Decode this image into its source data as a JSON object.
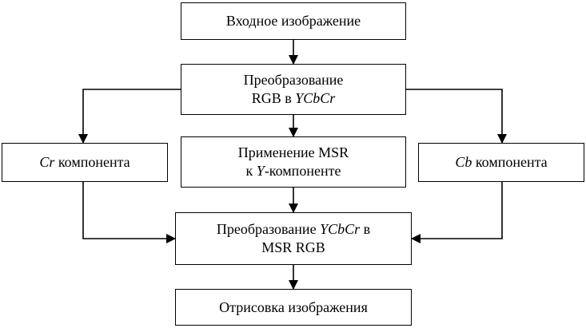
{
  "diagram": {
    "nodes": {
      "input": {
        "lines": [
          [
            {
              "t": "Входное изображение"
            }
          ]
        ]
      },
      "conv1": {
        "lines": [
          [
            {
              "t": "Преобразование"
            }
          ],
          [
            {
              "t": "RGB в "
            },
            {
              "t": "YCbCr",
              "i": true
            }
          ]
        ]
      },
      "cr": {
        "lines": [
          [
            {
              "t": "Cr",
              "i": true
            },
            {
              "t": " компонента"
            }
          ]
        ]
      },
      "msr": {
        "lines": [
          [
            {
              "t": "Применение MSR"
            }
          ],
          [
            {
              "t": "к "
            },
            {
              "t": "Y",
              "i": true
            },
            {
              "t": "-компоненте"
            }
          ]
        ]
      },
      "cb": {
        "lines": [
          [
            {
              "t": "Cb",
              "i": true
            },
            {
              "t": " компонента"
            }
          ]
        ]
      },
      "conv2": {
        "lines": [
          [
            {
              "t": "Преобразование "
            },
            {
              "t": "YCbCr",
              "i": true
            },
            {
              "t": " в"
            }
          ],
          [
            {
              "t": "MSR RGB"
            }
          ]
        ]
      },
      "render": {
        "lines": [
          [
            {
              "t": "Отрисовка изображения"
            }
          ]
        ]
      }
    },
    "edges": [
      {
        "from": "input",
        "to": "conv1"
      },
      {
        "from": "conv1",
        "to": "cr"
      },
      {
        "from": "conv1",
        "to": "msr"
      },
      {
        "from": "conv1",
        "to": "cb"
      },
      {
        "from": "cr",
        "to": "conv2"
      },
      {
        "from": "msr",
        "to": "conv2"
      },
      {
        "from": "cb",
        "to": "conv2"
      },
      {
        "from": "conv2",
        "to": "render"
      }
    ],
    "style": {
      "stroke": "#000000",
      "fill": "#ffffff"
    }
  }
}
